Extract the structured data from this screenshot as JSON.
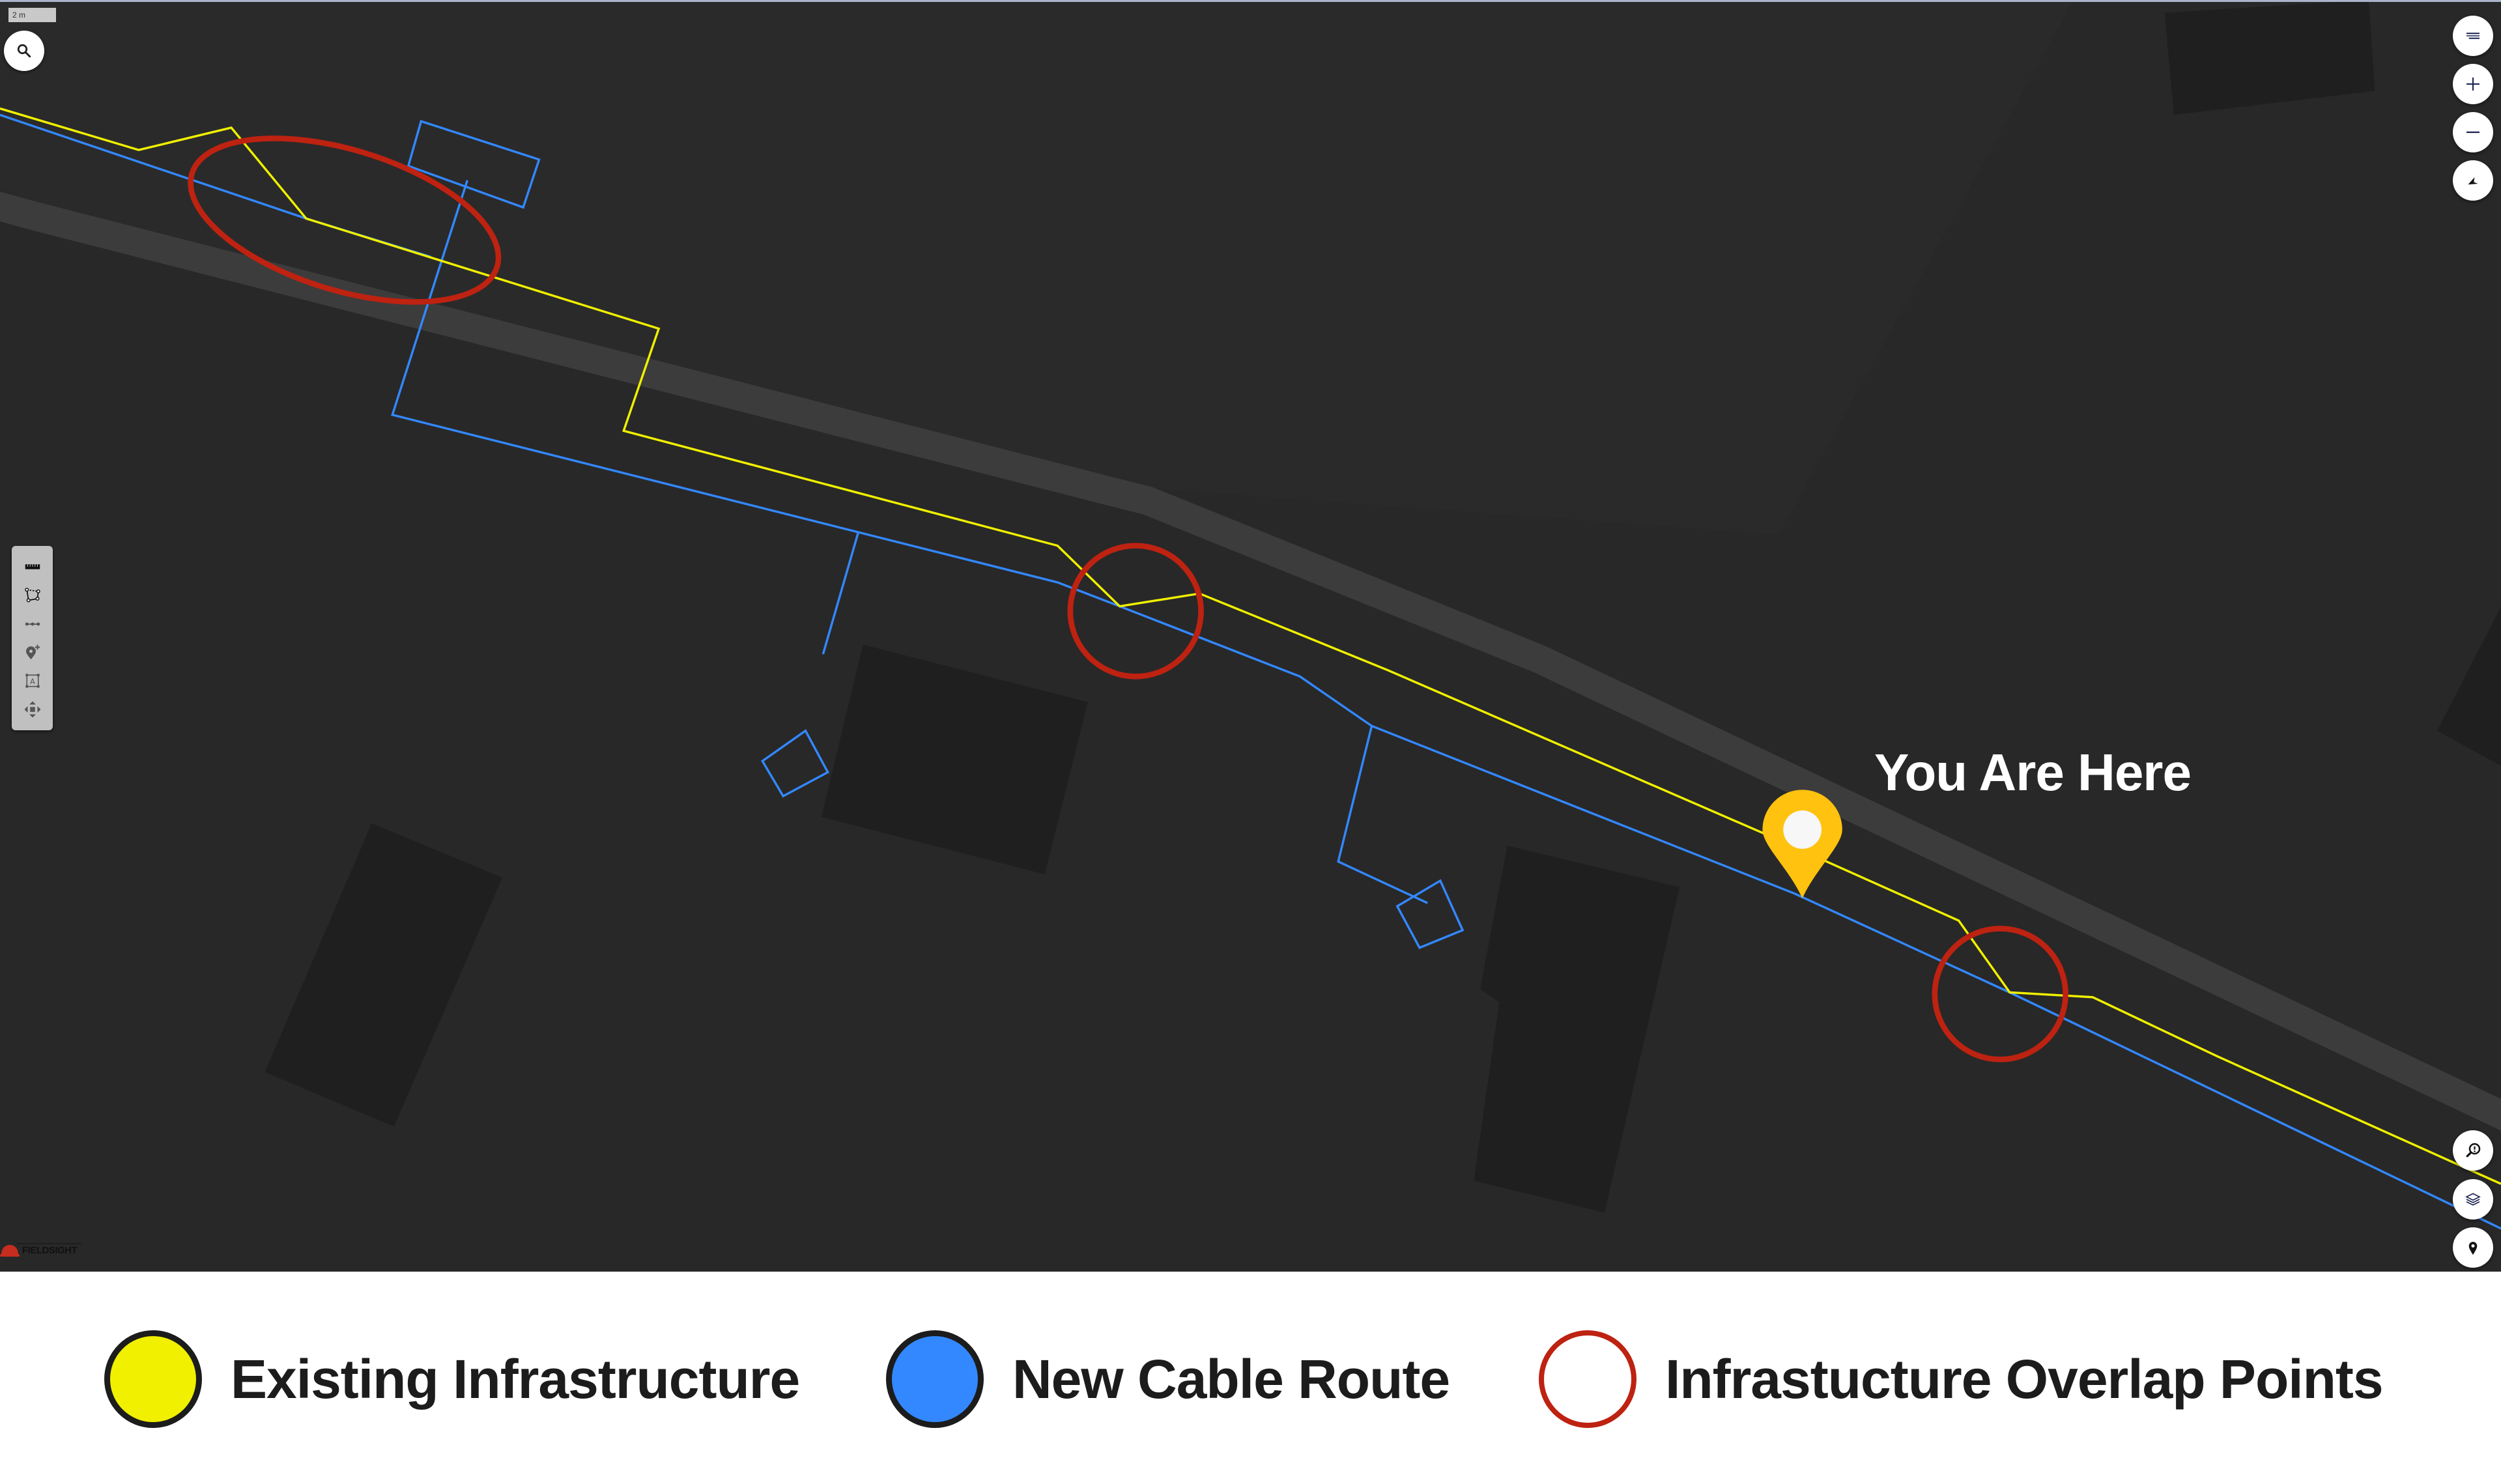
{
  "map": {
    "scale_bar": "2 m",
    "colors": {
      "background": "#282828",
      "background_upper": "#2a2a2a",
      "road": "#3c3c3c",
      "building": "#1f1f1f",
      "existing_infrastructure": "#f0f000",
      "new_cable_route": "#3388ff",
      "overlap_point": "#be2211",
      "location_pin": "#ffc20e"
    },
    "annotation": "You Are Here",
    "brand": "FIELDSIGHT",
    "overlap_points_count": 3
  },
  "controls": {
    "top_left": [
      {
        "name": "search",
        "icon": "search-icon"
      }
    ],
    "top_right": [
      {
        "name": "menu",
        "icon": "menu-lines-icon"
      },
      {
        "name": "zoom-in",
        "icon": "plus-icon"
      },
      {
        "name": "zoom-out",
        "icon": "minus-icon"
      },
      {
        "name": "compass",
        "icon": "north-arrow-icon"
      }
    ],
    "bottom_right": [
      {
        "name": "issue-search",
        "icon": "search-alert-icon"
      },
      {
        "name": "layers",
        "icon": "layers-icon"
      },
      {
        "name": "my-location",
        "icon": "location-pin-icon"
      }
    ],
    "toolbox": [
      {
        "name": "measure",
        "icon": "ruler-icon"
      },
      {
        "name": "draw-polygon",
        "icon": "polygon-icon"
      },
      {
        "name": "draw-line",
        "icon": "polyline-icon"
      },
      {
        "name": "add-marker",
        "icon": "add-pin-icon"
      },
      {
        "name": "add-text",
        "icon": "text-box-icon"
      },
      {
        "name": "move",
        "icon": "move-arrows-icon"
      }
    ]
  },
  "legend": {
    "items": [
      {
        "label": "Existing Infrastructure",
        "fill": "#f0f000",
        "border": "#1c1c1c"
      },
      {
        "label": "New Cable Route",
        "fill": "#3388ff",
        "border": "#1c1c1c"
      },
      {
        "label": "Infrastucture Overlap Points",
        "fill": "#ffffff",
        "border": "#be2211"
      }
    ]
  }
}
